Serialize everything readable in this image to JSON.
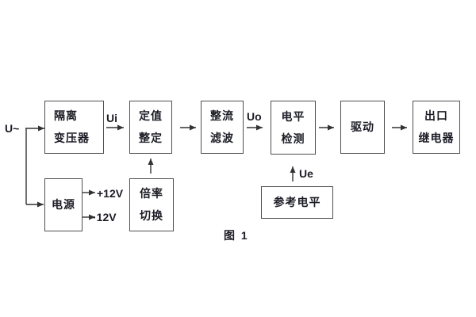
{
  "figure": {
    "caption": "图 1",
    "input_label": "U~",
    "boxes": {
      "isolation_transformer": {
        "line1": "隔离",
        "line2": "变压器"
      },
      "setting_adjust": {
        "line1": "定值",
        "line2": "整定"
      },
      "rectifier_filter": {
        "line1": "整流",
        "line2": "滤波"
      },
      "level_detect": {
        "line1": "电平",
        "line2": "检测"
      },
      "drive": {
        "line1": "驱动"
      },
      "output_relay": {
        "line1": "出口",
        "line2": "继电器"
      },
      "power_supply": {
        "line1": "电源"
      },
      "ratio_switch": {
        "line1": "倍率",
        "line2": "切换"
      },
      "reference_level": {
        "line1": "参考电平"
      }
    },
    "signals": {
      "ui": "Ui",
      "uo": "Uo",
      "ue": "Ue",
      "rail_positive": "+12V",
      "rail_negative": "·12V"
    },
    "colors": {
      "background": "#ffffff",
      "box_border": "#4f4f4f",
      "text": "#1c1c26",
      "line": "#333333"
    }
  }
}
